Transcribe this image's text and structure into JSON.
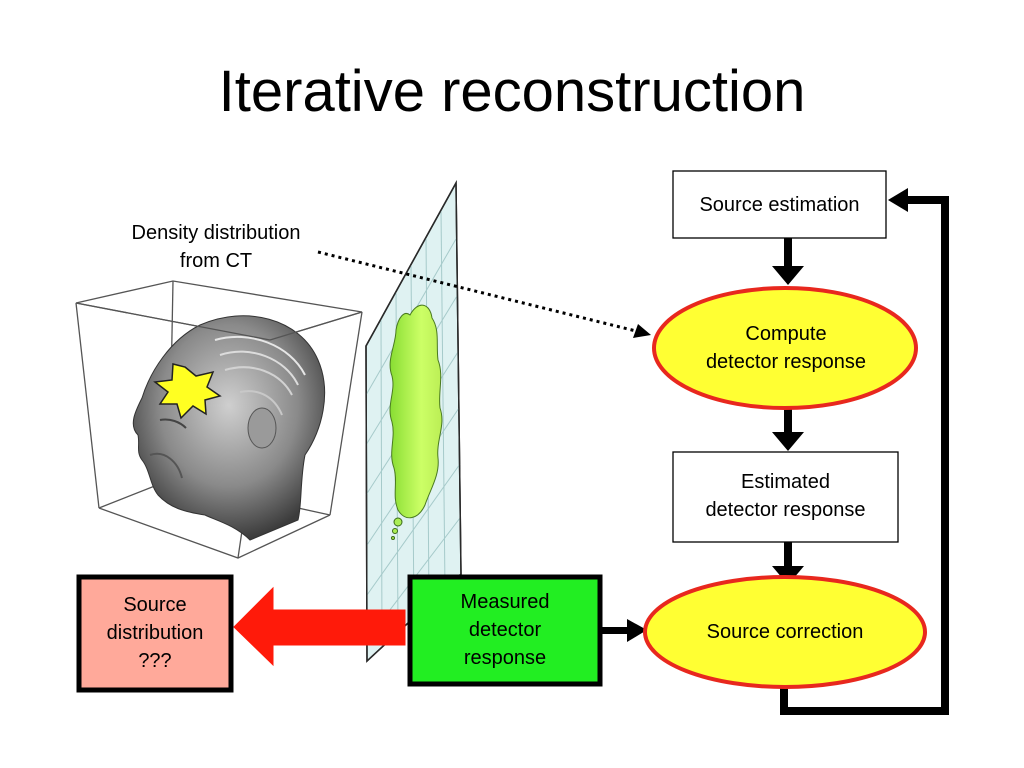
{
  "title": "Iterative reconstruction",
  "annotation": {
    "line1": "Density distribution",
    "line2": "from CT"
  },
  "nodes": {
    "source_estimation": "Source estimation",
    "compute_response": {
      "line1": "Compute",
      "line2": "detector response"
    },
    "estimated_response": {
      "line1": "Estimated",
      "line2": "detector response"
    },
    "source_correction": "Source correction",
    "measured_response": {
      "line1": "Measured",
      "line2": "detector",
      "line3": "response"
    },
    "source_distribution": {
      "line1": "Source",
      "line2": "distribution",
      "line3": "???"
    }
  },
  "colors": {
    "ellipse_fill": "#ffff33",
    "ellipse_stroke": "#e8281e",
    "measured_fill": "#22ee22",
    "distribution_fill": "#ffa99a",
    "big_arrow": "#ff1a0a",
    "detector_plane": "#d8f0f0",
    "blob": "#aaee55",
    "star": "#ffff22"
  }
}
